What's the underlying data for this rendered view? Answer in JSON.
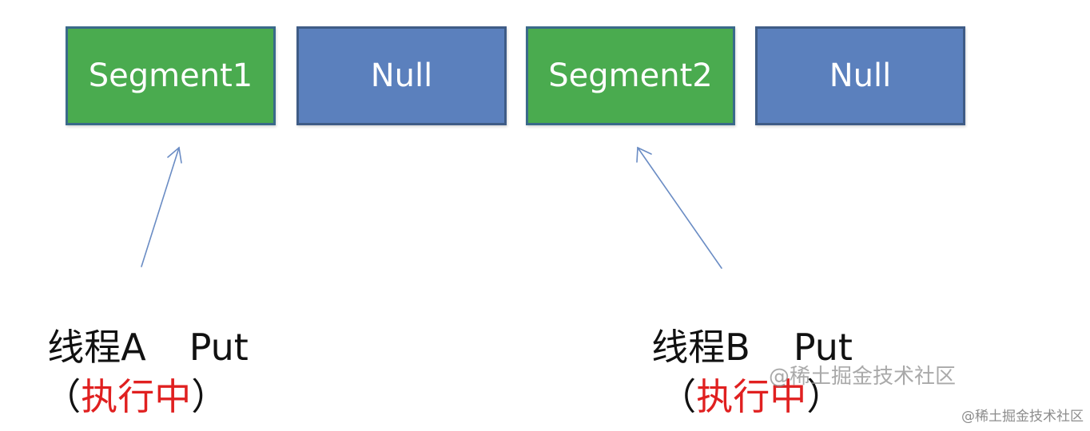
{
  "cells": [
    {
      "label": "Segment1",
      "kind": "segment"
    },
    {
      "label": "Null",
      "kind": "null"
    },
    {
      "label": "Segment2",
      "kind": "segment"
    },
    {
      "label": "Null",
      "kind": "null"
    }
  ],
  "threads": [
    {
      "name": "线程A",
      "action": "Put",
      "status_open": "（",
      "status": "执行中",
      "status_close": "）"
    },
    {
      "name": "线程B",
      "action": "Put",
      "status_open": "（",
      "status": "执行中",
      "status_close": "）"
    }
  ],
  "watermark_inline": "@稀土掘金技术社区",
  "watermark_corner": "@稀土掘金技术社区",
  "colors": {
    "segment": "#4aab4f",
    "null": "#5b80bd",
    "arrow": "#6a8cc4",
    "status_text": "#e02020"
  }
}
